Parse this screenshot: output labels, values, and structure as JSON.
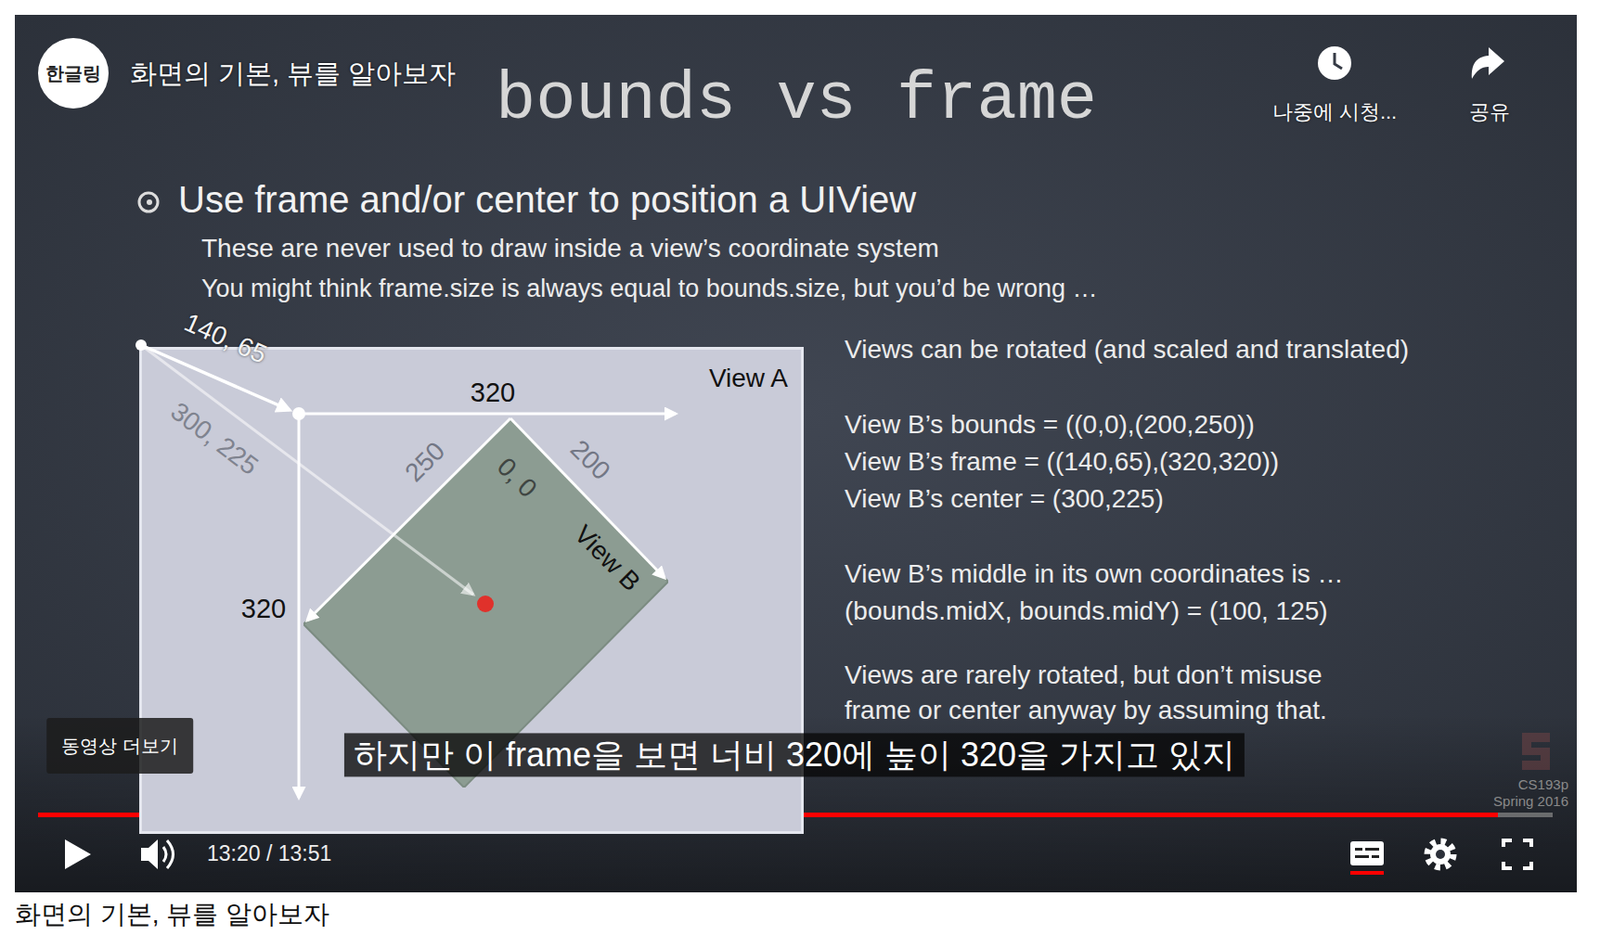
{
  "diagram": {
    "title": "bounds vs frame",
    "caption": "화면의 기본, 뷰를 알아보자",
    "nodes": [
      {
        "text": [
          "View A"
        ]
      },
      {
        "text": [
          "View B"
        ],
        "in": 0
      }
    ],
    "labels": [
      "화면의 기본, 뷰를 알아보자",
      "한글링",
      "나중에 시청...",
      "공유",
      "Use frame and/or center to position a UIView",
      "These are never used to draw inside a view’s coordinate system",
      "You might think frame.size is always equal to bounds.size, but you’d be wrong …",
      "140, 65",
      "300, 225",
      "320",
      "320",
      "250",
      "0, 0",
      "200",
      "Views can be rotated (and scaled and translated)",
      "View B’s bounds = ((0,0),(200,250))",
      "View B’s frame = ((140,65),(320,320))",
      "View B’s center = (300,225)",
      "View B’s middle in its own coordinates is …",
      "(bounds.midX, bounds.midY) = (100, 125)",
      "Views are rarely rotated, but don’t misuse",
      "frame or center anyway by assuming that.",
      "하지만 이 frame을 보면 너비 320에 높이 320을 가지고 있지",
      "동영상 더보기",
      "13:20 / 13:51",
      "CS193p",
      "Spring 2016"
    ]
  }
}
